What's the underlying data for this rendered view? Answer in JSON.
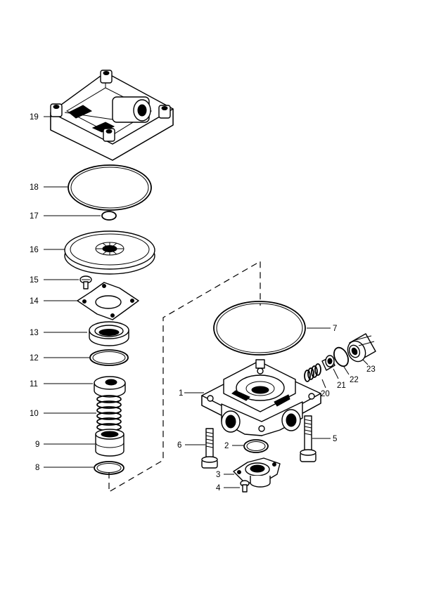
{
  "parts": [
    {
      "id": "1",
      "label": "1"
    },
    {
      "id": "2",
      "label": "2"
    },
    {
      "id": "3",
      "label": "3"
    },
    {
      "id": "4",
      "label": "4"
    },
    {
      "id": "5",
      "label": "5"
    },
    {
      "id": "6",
      "label": "6"
    },
    {
      "id": "7",
      "label": "7"
    },
    {
      "id": "8",
      "label": "8"
    },
    {
      "id": "9",
      "label": "9"
    },
    {
      "id": "10",
      "label": "10"
    },
    {
      "id": "11",
      "label": "11"
    },
    {
      "id": "12",
      "label": "12"
    },
    {
      "id": "13",
      "label": "13"
    },
    {
      "id": "14",
      "label": "14"
    },
    {
      "id": "15",
      "label": "15"
    },
    {
      "id": "16",
      "label": "16"
    },
    {
      "id": "17",
      "label": "17"
    },
    {
      "id": "18",
      "label": "18"
    },
    {
      "id": "19",
      "label": "19"
    },
    {
      "id": "20",
      "label": "20"
    },
    {
      "id": "21",
      "label": "21"
    },
    {
      "id": "22",
      "label": "22"
    },
    {
      "id": "23",
      "label": "23"
    }
  ]
}
